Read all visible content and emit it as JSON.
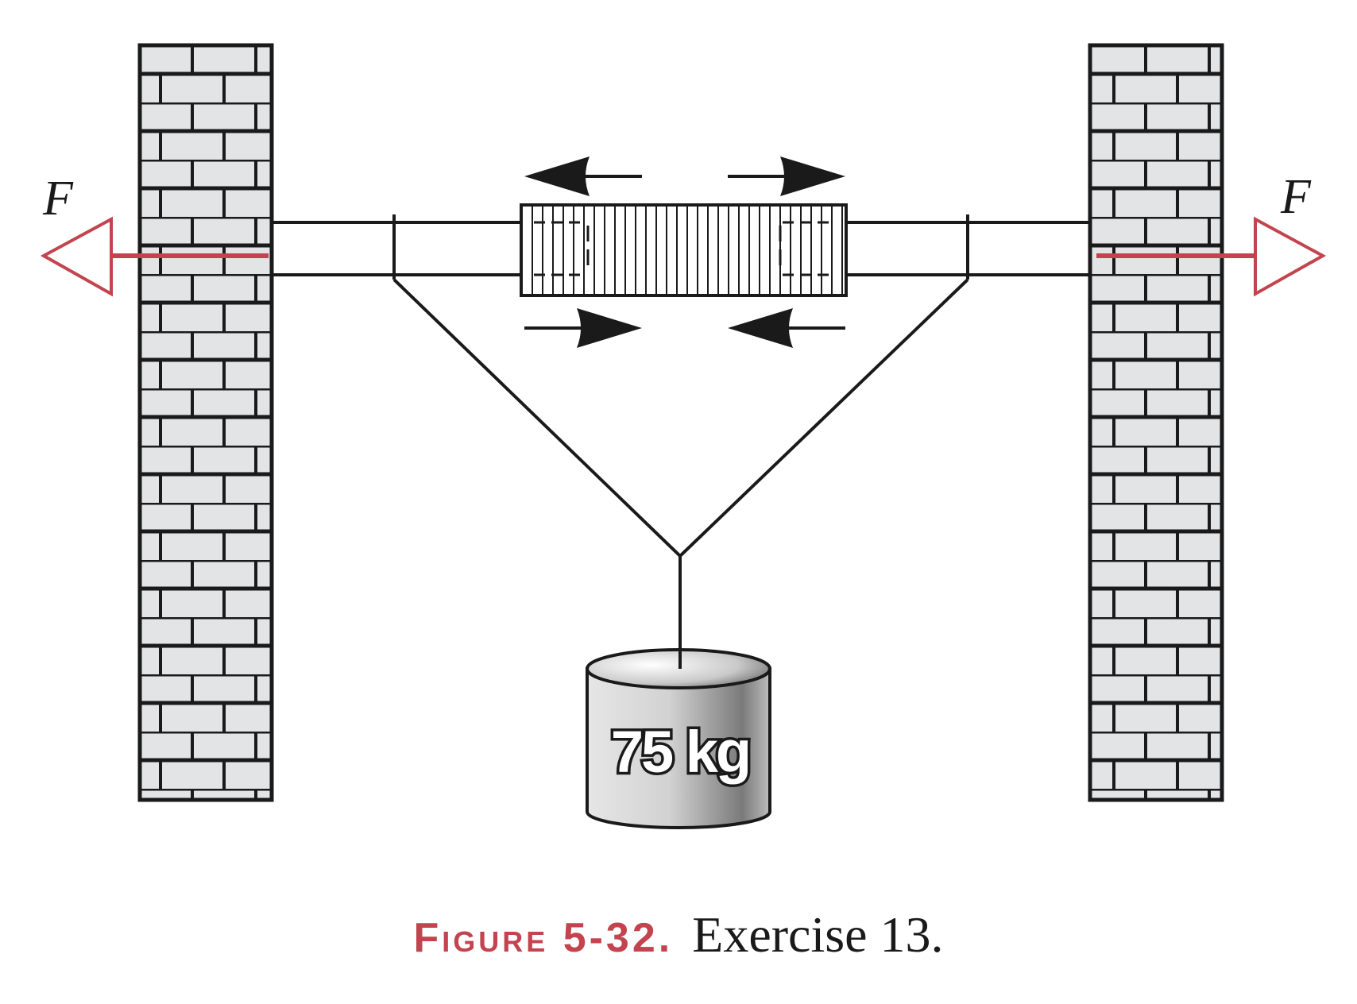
{
  "figure": {
    "left_force_label": "F",
    "right_force_label": "F",
    "mass_label": "75 kg",
    "caption_label": "Figure 5-32.",
    "caption_text": "Exercise 13."
  },
  "colors": {
    "line": "#1a1a1a",
    "brick_fill": "#e3e4e6",
    "force_arrow": "#c3444f",
    "caption_accent": "#c3444f"
  }
}
